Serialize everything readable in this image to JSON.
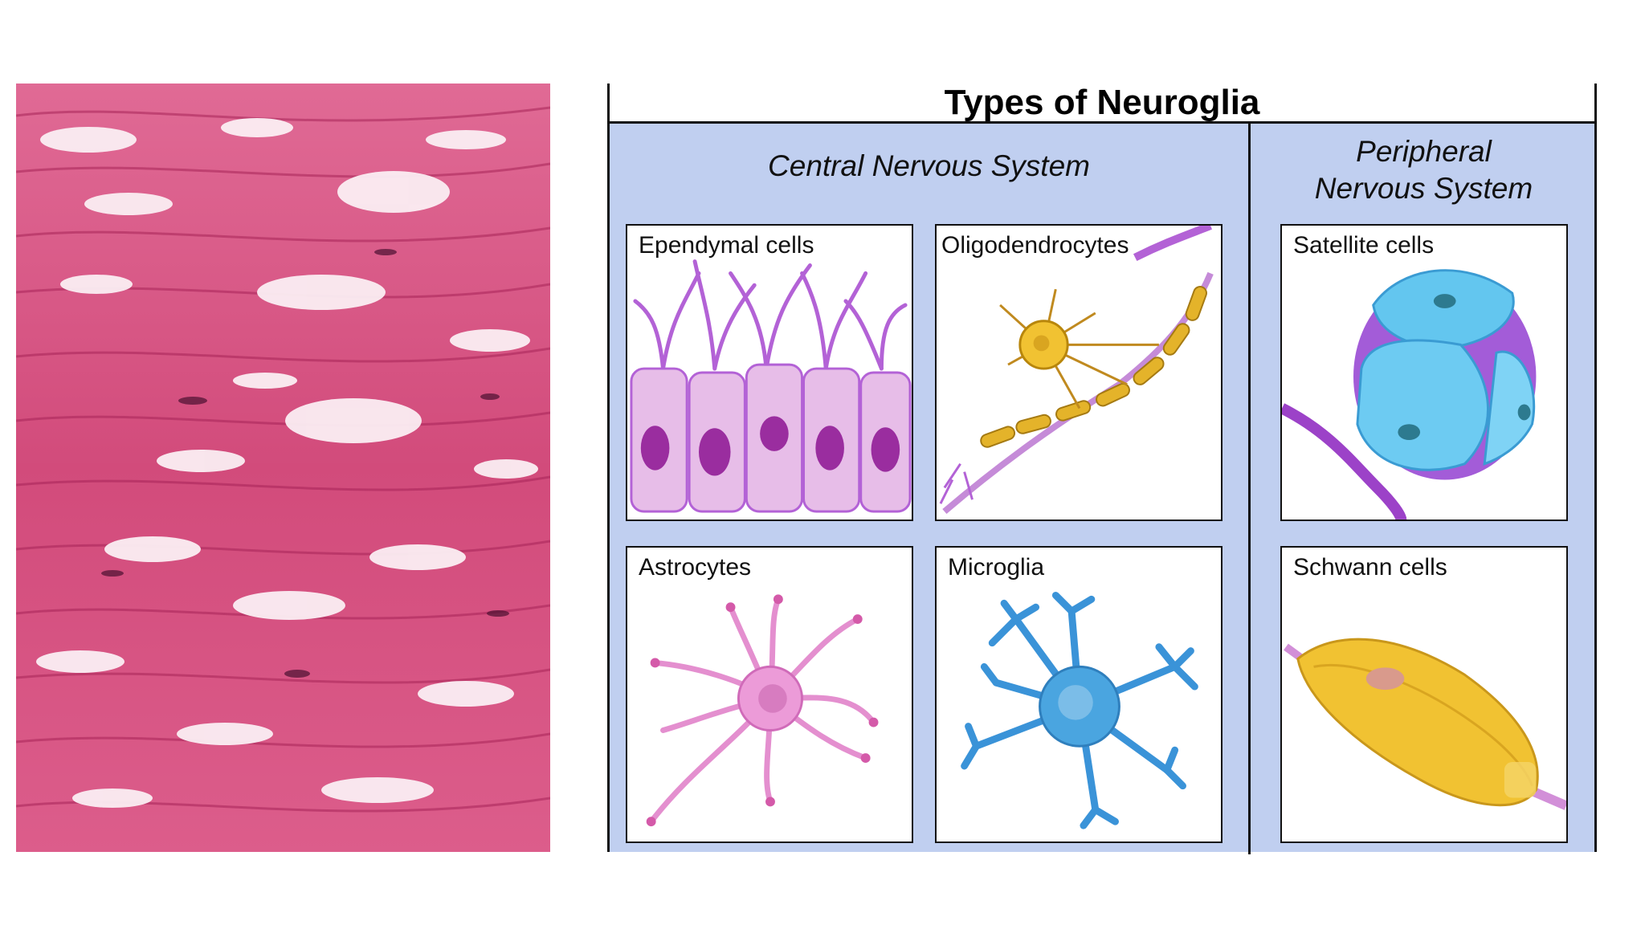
{
  "diagram": {
    "title": "Types of Neuroglia",
    "central": {
      "title": "Central Nervous System",
      "cells": [
        {
          "label": "Ependymal cells"
        },
        {
          "label": "Oligodendrocytes"
        },
        {
          "label": "Astrocytes"
        },
        {
          "label": "Microglia"
        }
      ]
    },
    "peripheral": {
      "title_line1": "Peripheral",
      "title_line2": "Nervous System",
      "cells": [
        {
          "label": "Satellite cells"
        },
        {
          "label": "Schwann cells"
        }
      ]
    }
  },
  "colors": {
    "panel_background": "#c0cff0",
    "tissue_pink": "#d5507f",
    "border": "#111111"
  }
}
